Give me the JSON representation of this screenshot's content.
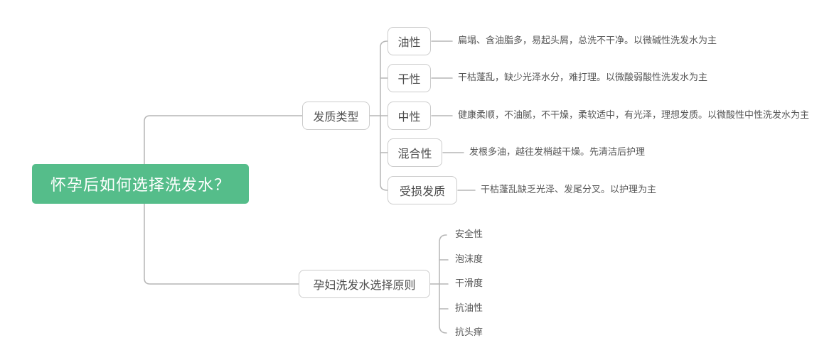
{
  "root": {
    "label": "怀孕后如何选择洗发水？",
    "bg_color": "#55bd8a",
    "text_color": "#ffffff"
  },
  "branches": [
    {
      "label": "发质类型",
      "children": [
        {
          "label": "油性",
          "desc": "扁塌、含油脂多，易起头屑，总洗不干净。以微碱性洗发水为主"
        },
        {
          "label": "干性",
          "desc": "干枯蓬乱，缺少光泽水分，难打理。以微酸弱酸性洗发水为主"
        },
        {
          "label": "中性",
          "desc": "健康柔顺，不油腻，不干燥，柔软适中，有光泽，理想发质。以微酸性中性洗发水为主"
        },
        {
          "label": "混合性",
          "desc": "发根多油，越往发梢越干燥。先清洁后护理"
        },
        {
          "label": "受损发质",
          "desc": "干枯蓬乱缺乏光泽、发尾分叉。以护理为主"
        }
      ]
    },
    {
      "label": "孕妇洗发水选择原则",
      "children": [
        {
          "label": "安全性"
        },
        {
          "label": "泡沫度"
        },
        {
          "label": "干滑度"
        },
        {
          "label": "抗油性"
        },
        {
          "label": "抗头痒"
        }
      ]
    }
  ],
  "colors": {
    "line": "#b6b6b6",
    "node_border": "#cccccc",
    "node_text": "#4d4d4d",
    "desc_text": "#555555",
    "root_bg": "#55bd8a"
  }
}
